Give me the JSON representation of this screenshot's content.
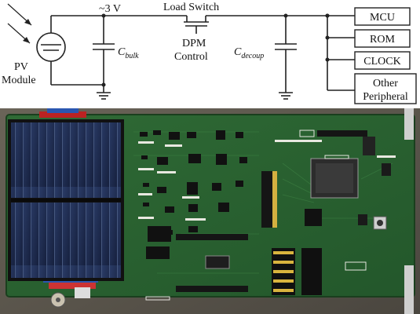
{
  "schematic": {
    "voltage_label": "~3 V",
    "load_switch_label": "Load Switch",
    "dpm_label_line1": "DPM",
    "dpm_label_line2": "Control",
    "pv_label_line1": "PV",
    "pv_label_line2": "Module",
    "cbulk": {
      "base": "C",
      "sub": "bulk"
    },
    "cdecoup": {
      "base": "C",
      "sub": "decoup"
    },
    "loads": [
      {
        "label": "MCU"
      },
      {
        "label": "ROM"
      },
      {
        "label": "CLOCK"
      },
      {
        "label_line1": "Other",
        "label_line2": "Peripheral"
      }
    ]
  },
  "photo": {
    "description_kind": "PCB prototype with solar panel"
  },
  "colors": {
    "pcb_green": "#2f6a35",
    "pcb_dark": "#1c4a22",
    "solar_cell": "#1d2c52",
    "wire": "#222222"
  }
}
